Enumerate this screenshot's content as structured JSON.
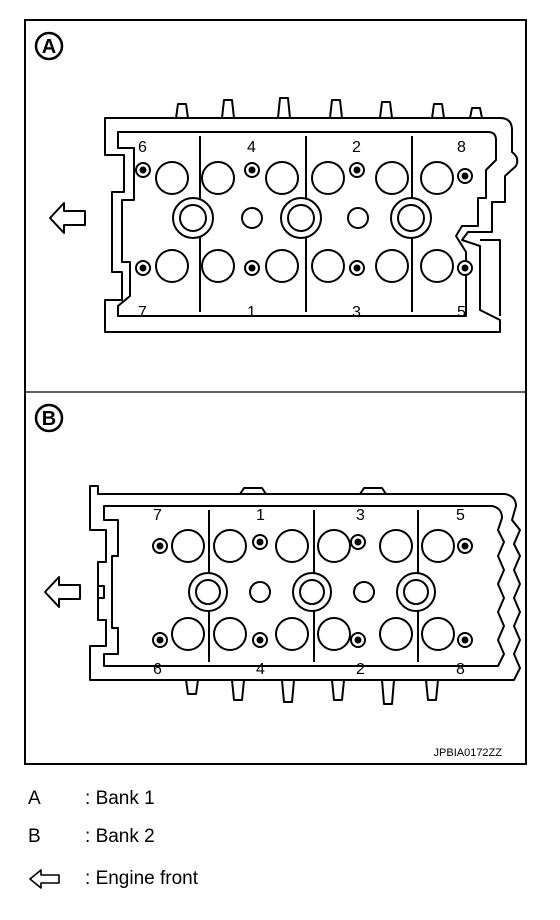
{
  "diagram": {
    "figure_code": "JPBIA0172ZZ",
    "panels": [
      {
        "label": "A",
        "bolt_numbers_top": [
          "6",
          "4",
          "2",
          "8"
        ],
        "bolt_numbers_bottom": [
          "7",
          "1",
          "3",
          "5"
        ]
      },
      {
        "label": "B",
        "bolt_numbers_top": [
          "7",
          "1",
          "3",
          "5"
        ],
        "bolt_numbers_bottom": [
          "6",
          "4",
          "2",
          "8"
        ]
      }
    ],
    "front_arrow_icon": "hollow-left-arrow-icon"
  },
  "legend": {
    "items": [
      {
        "key": "A",
        "separator": ":",
        "text": "Bank 1"
      },
      {
        "key": "B",
        "separator": ":",
        "text": "Bank 2"
      },
      {
        "key_icon": "hollow-left-arrow-icon",
        "separator": ":",
        "text": "Engine front"
      }
    ]
  }
}
